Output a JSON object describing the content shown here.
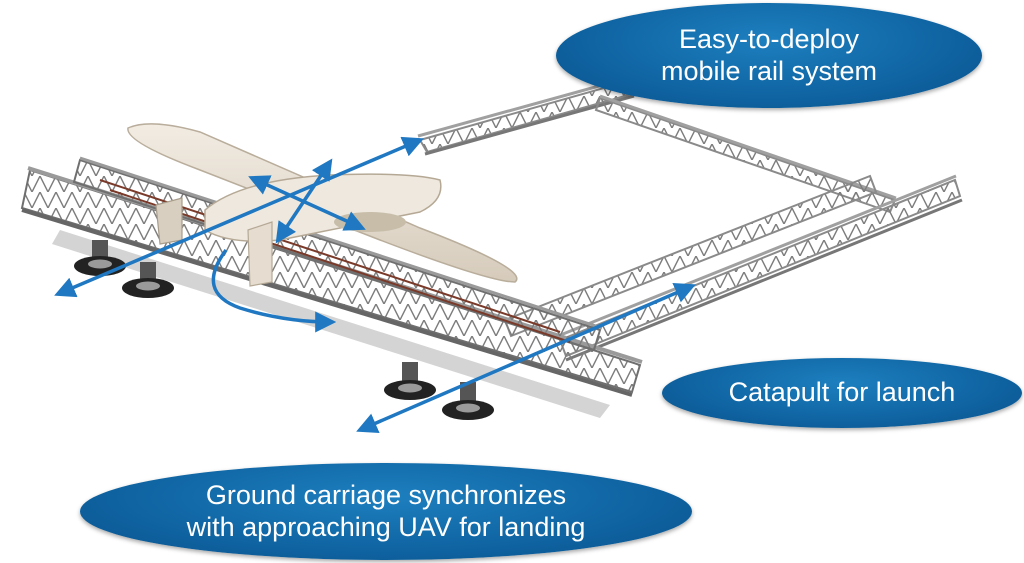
{
  "callouts": {
    "rail": {
      "line1": "Easy-to-deploy",
      "line2": "mobile rail system"
    },
    "catapult": {
      "line1": "Catapult for launch"
    },
    "carriage": {
      "line1": "Ground carriage synchronizes",
      "line2": "with approaching UAV for landing"
    }
  },
  "colors": {
    "callout_fill": "#0d5f9c",
    "callout_text": "#ffffff",
    "arrow": "#1f78c1",
    "truss": "#8c8c8c",
    "uav_body": "#e8e0d4"
  },
  "icons": [
    "uav-aircraft",
    "rail-truss-frame",
    "ground-carriage-wheels",
    "motion-arrows"
  ]
}
